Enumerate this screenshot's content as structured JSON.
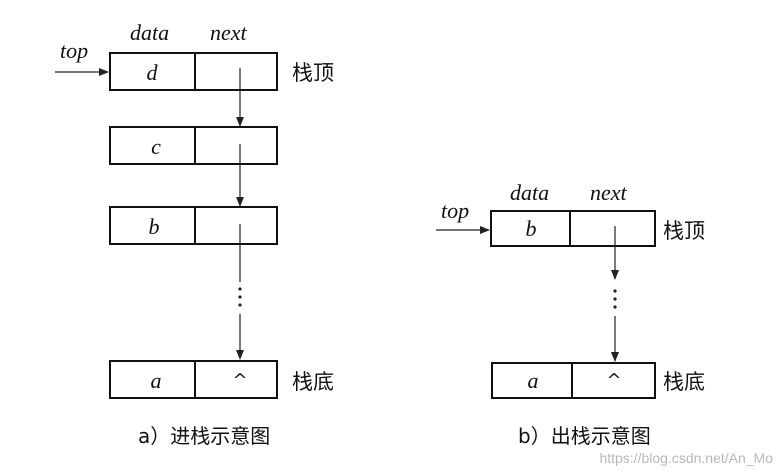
{
  "left": {
    "header_data": "data",
    "header_next": "next",
    "pointer": "top",
    "nodes": [
      {
        "data": "d",
        "next": ""
      },
      {
        "data": "c",
        "next": ""
      },
      {
        "data": "b",
        "next": ""
      },
      {
        "data": "a",
        "next": "^"
      }
    ],
    "top_label": "栈顶",
    "bottom_label": "栈底",
    "caption": "a）进栈示意图"
  },
  "right": {
    "header_data": "data",
    "header_next": "next",
    "pointer": "top",
    "nodes": [
      {
        "data": "b",
        "next": ""
      },
      {
        "data": "a",
        "next": "^"
      }
    ],
    "top_label": "栈顶",
    "bottom_label": "栈底",
    "caption": "b）出栈示意图"
  },
  "watermark": "https://blog.csdn.net/An_Mo"
}
